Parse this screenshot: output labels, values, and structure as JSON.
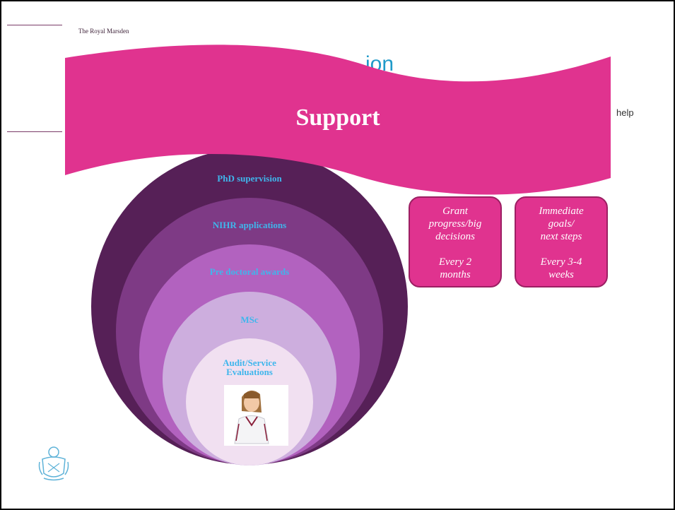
{
  "header": {
    "org_name": "The Royal Marsden",
    "hidden_title_fragment": "ion",
    "side_text": "help"
  },
  "banner": {
    "label": "Support",
    "color": "#e0338f"
  },
  "rings": [
    {
      "label": "PhD supervision",
      "color": "#562057"
    },
    {
      "label": "NIHR applications",
      "color": "#7e3a85"
    },
    {
      "label": "Pre doctoral awards",
      "color": "#b262bf"
    },
    {
      "label": "MSc",
      "color": "#cdaede"
    },
    {
      "label": "Audit/Service",
      "label2": "Evaluations",
      "color": "#f1e0f1"
    }
  ],
  "boxes": [
    {
      "line1": "Grant",
      "line2": "progress/big",
      "line3": "decisions",
      "freq1": "Every 2",
      "freq2": "months"
    },
    {
      "line1": "Immediate",
      "line2": "goals/",
      "line3": "next steps",
      "freq1": "Every 3-4",
      "freq2": "weeks"
    }
  ],
  "colors": {
    "label_text": "#3fb6ec",
    "box_border": "#9c1f63"
  },
  "icons": {
    "nurse": "nurse-illustration-icon",
    "crest": "crest-icon"
  }
}
